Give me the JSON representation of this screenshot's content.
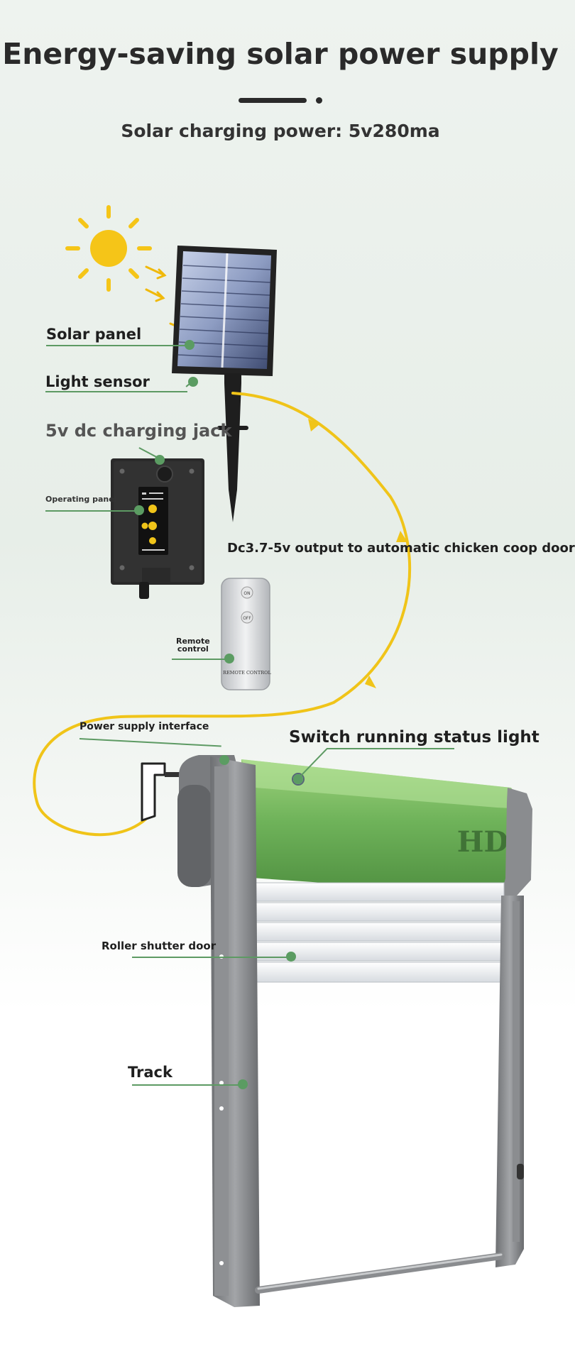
{
  "header": {
    "title": "Energy-saving solar power supply",
    "subtitle": "Solar charging power: 5v280ma"
  },
  "callouts": {
    "solar_panel": "Solar panel",
    "light_sensor": "Light sensor",
    "charging_jack": "5v dc charging jack",
    "operating_panel": "Operating panel",
    "output": "Dc3.7-5v output to automatic chicken coop door",
    "remote_line1": "Remote",
    "remote_line2": "control",
    "power_interface": "Power supply interface",
    "status_light": "Switch running status light",
    "roller_door": "Roller shutter door",
    "track": "Track"
  },
  "remote": {
    "on_button": "ON",
    "off_button": "OFF",
    "label": "REMOTE CONTROL"
  },
  "colors": {
    "accent_green": "#5b9c62",
    "cable_yellow": "#f0c419",
    "sun_yellow": "#f5c518",
    "housing_green": "#6fb35a",
    "frame_gray": "#7d7f82"
  },
  "icons": [
    "sun-icon",
    "solar-panel-device",
    "controller-box",
    "remote-control",
    "power-plug",
    "coop-door-motor",
    "brand-logo"
  ]
}
